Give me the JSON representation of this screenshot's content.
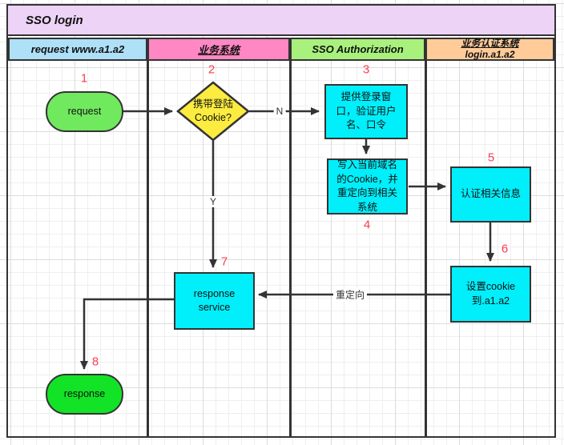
{
  "title": "SSO login",
  "lanes": [
    {
      "label": "request www.a1.a2",
      "bg": "#AEE0F8"
    },
    {
      "label": "业务系统",
      "bg": "#FF87C3"
    },
    {
      "label": "SSO Authorization",
      "bg": "#A9F17D"
    },
    {
      "label": "业务认证系统",
      "sublabel": "login.a1.a2",
      "bg": "#FFCC99"
    }
  ],
  "nodes": [
    {
      "step": "1",
      "label": "request",
      "type": "terminator",
      "color": "#71E95F"
    },
    {
      "step": "2",
      "label": "携带登陆\nCookie?",
      "type": "decision",
      "color": "#FBEC3F"
    },
    {
      "step": "3",
      "label": "提供登录窗\n口，验证用户\n名、口令",
      "type": "process",
      "color": "#00EFFA"
    },
    {
      "step": "4",
      "label": "写入当前域名\n的Cookie，并\n重定向到相关\n系统",
      "type": "process",
      "color": "#00EFFA"
    },
    {
      "step": "5",
      "label": "认证相关信息",
      "type": "process",
      "color": "#00EFFA"
    },
    {
      "step": "6",
      "label": "设置cookie\n到.a1.a2",
      "type": "process",
      "color": "#00EFFA"
    },
    {
      "step": "7",
      "label": "response\nservice",
      "type": "process",
      "color": "#00EFFA"
    },
    {
      "step": "8",
      "label": "response",
      "type": "terminator",
      "color": "#12E326"
    }
  ],
  "edge_labels": {
    "no": "N",
    "yes": "Y",
    "redirect": "重定向"
  },
  "colors": {
    "title_bg": "#EDD3F6",
    "stroke": "#333333",
    "step_number": "#FA3D51",
    "grid": "#ECECEC"
  }
}
